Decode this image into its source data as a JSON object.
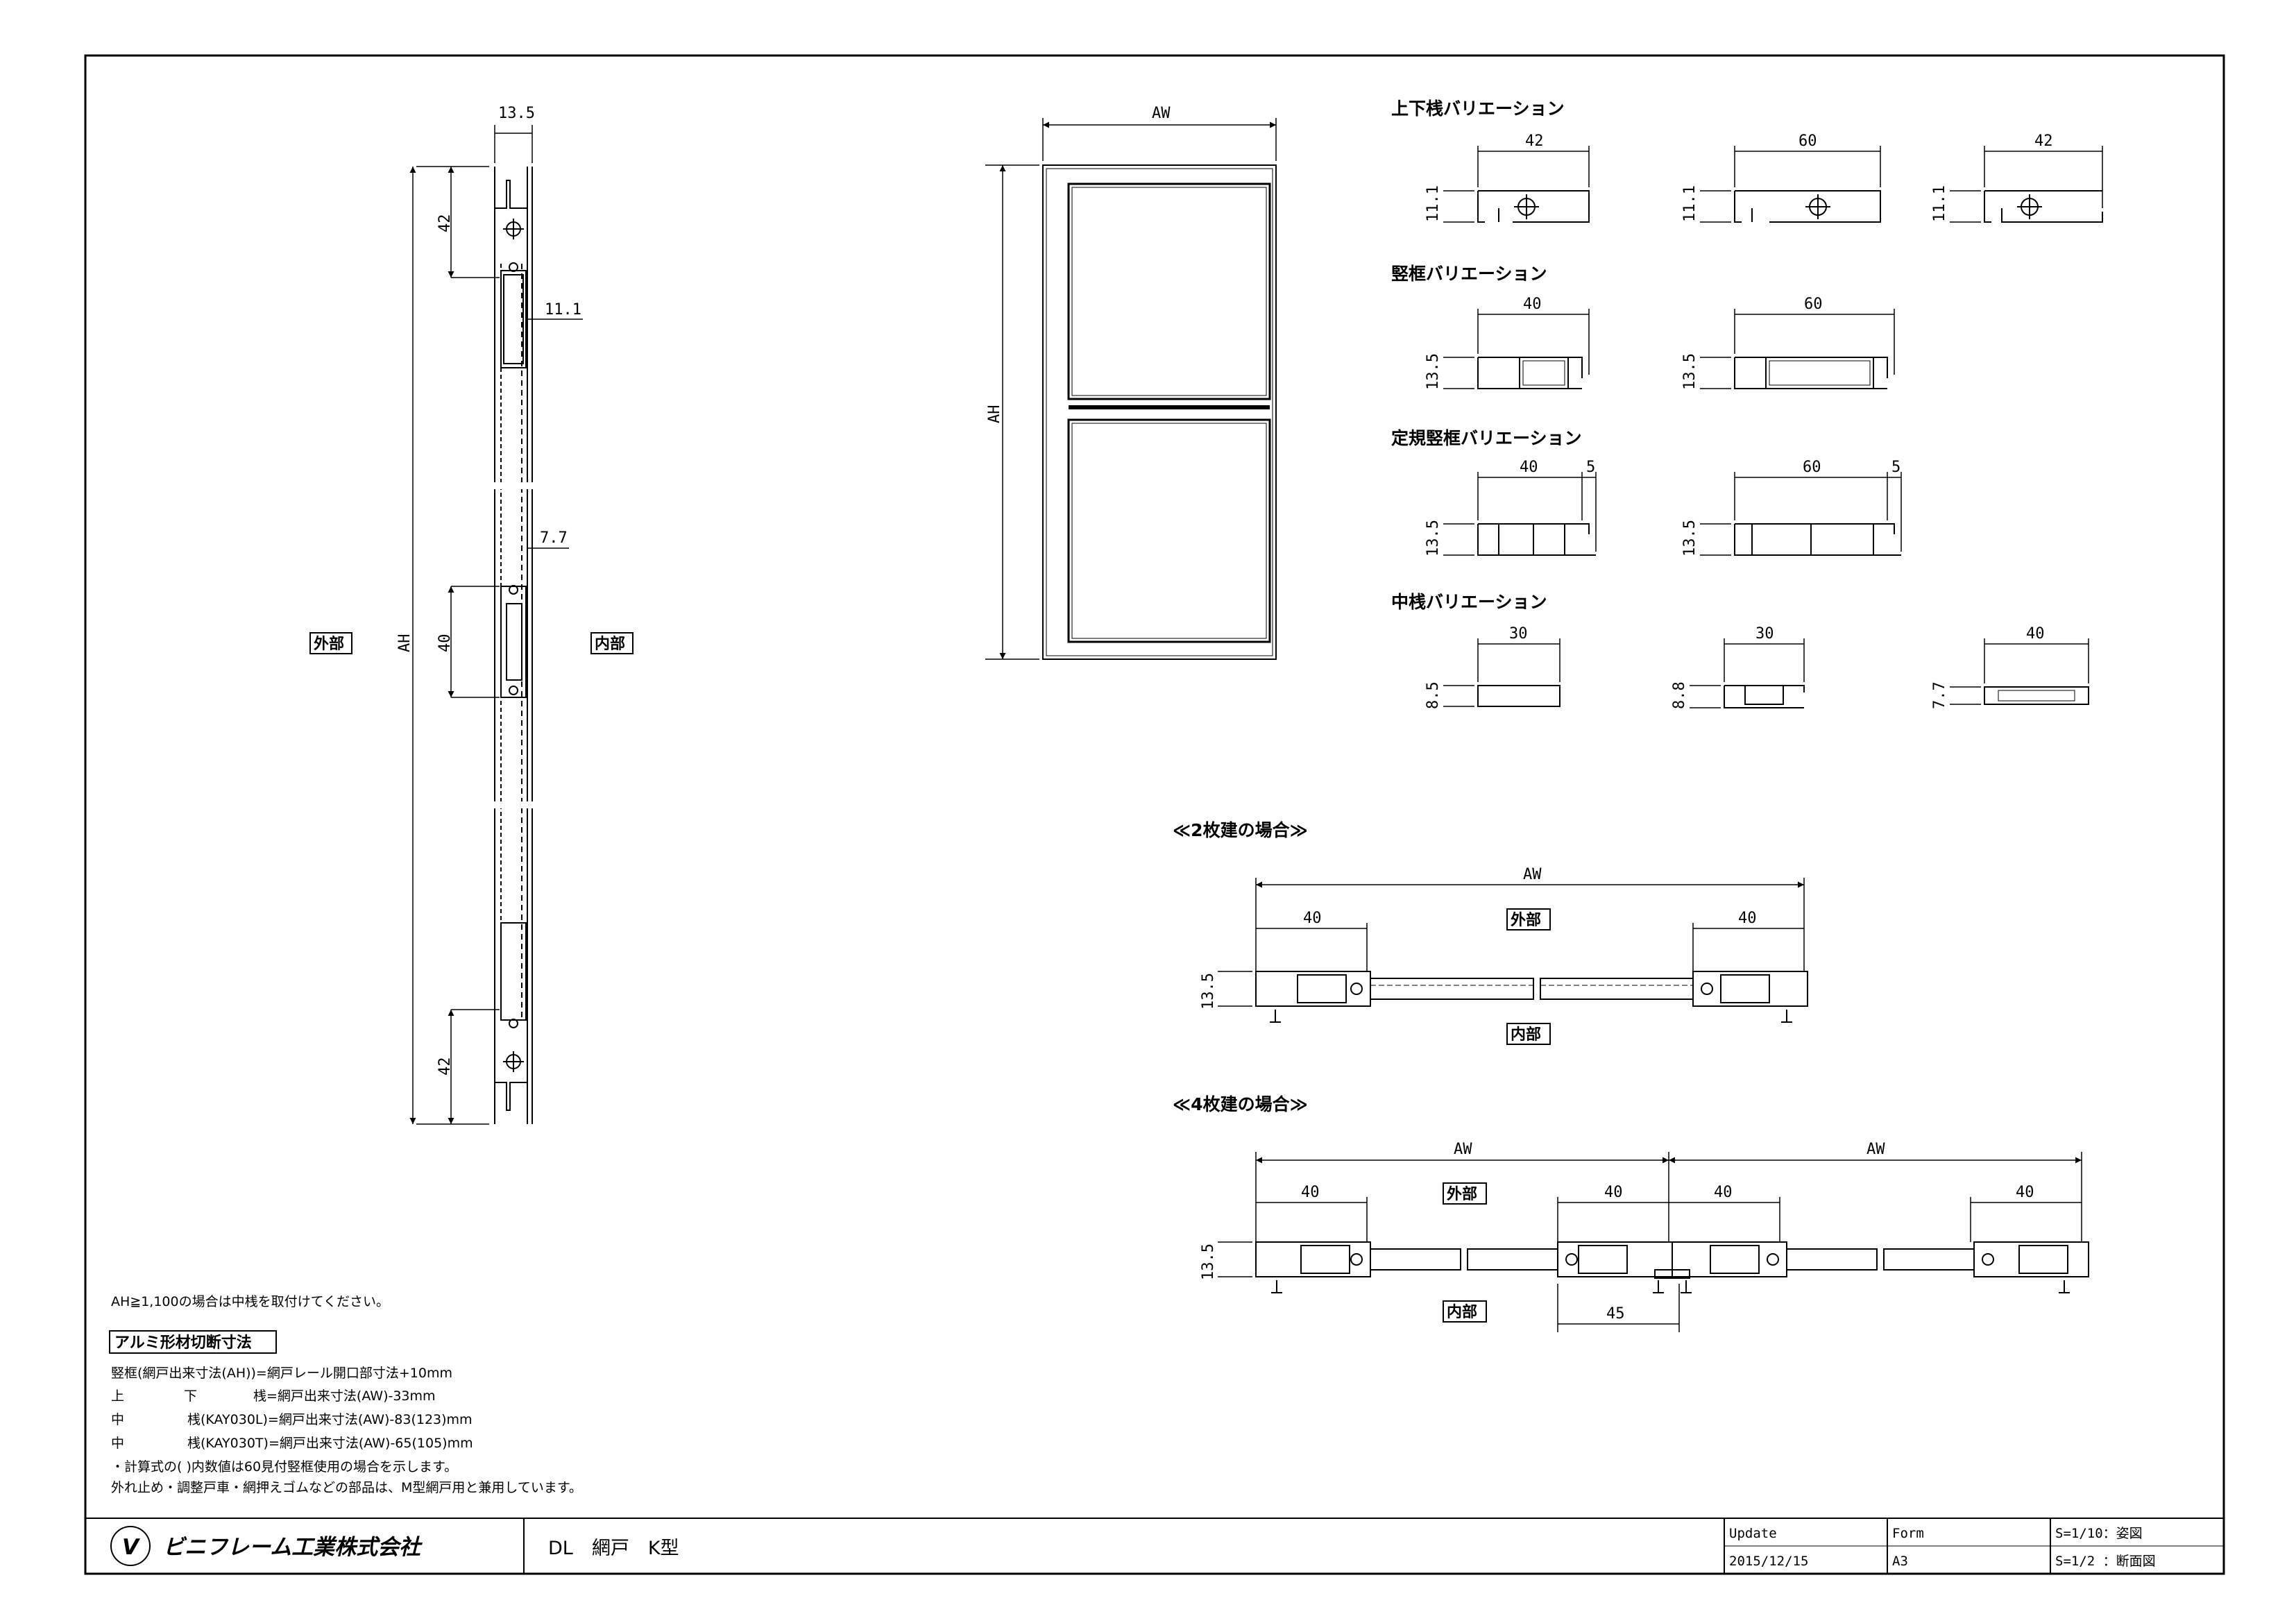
{
  "left_section": {
    "dim_top_width": "13.5",
    "dim_top_42": "42",
    "dim_11_1": "11.1",
    "dim_7_7": "7.7",
    "dim_mid_40": "40",
    "dim_bottom_42": "42",
    "dim_ah": "AH",
    "label_outside": "外部",
    "label_inside": "内部"
  },
  "elevation": {
    "aw": "AW",
    "ah": "AH"
  },
  "variations": {
    "rail": {
      "heading": "上下桟バリエーション",
      "w1": "42",
      "w2": "60",
      "w3": "42",
      "h": "11.1"
    },
    "stile": {
      "heading": "竪框バリエーション",
      "w1": "40",
      "w2": "60",
      "h": "13.5"
    },
    "fixed_stile": {
      "heading": "定規竪框バリエーション",
      "w1": "40",
      "w2": "60",
      "extra": "5",
      "h": "13.5"
    },
    "mid_rail": {
      "heading": "中桟バリエーション",
      "w1": "30",
      "h1": "8.5",
      "w2": "30",
      "h2": "8.8",
      "w3": "40",
      "h3": "7.7"
    }
  },
  "two_panel": {
    "heading": "≪2枚建の場合≫",
    "aw": "AW",
    "w_left": "40",
    "w_right": "40",
    "h": "13.5",
    "outside": "外部",
    "inside": "内部"
  },
  "four_panel": {
    "heading": "≪4枚建の場合≫",
    "aw1": "AW",
    "aw2": "AW",
    "w1": "40",
    "w2": "40",
    "w3": "40",
    "w4": "40",
    "overlap": "45",
    "h": "13.5",
    "outside": "外部",
    "inside": "内部"
  },
  "notes": {
    "line0": "AH≧1,100の場合は中桟を取付けてください。",
    "box_title": "アルミ形材切断寸法",
    "line1": "竪框(網戸出来寸法(AH))=網戸レール開口部寸法+10mm",
    "line2a": "上",
    "line2b": "下",
    "line2c": "桟=網戸出来寸法(AW)-33mm",
    "line3a": "中",
    "line3c": "桟(KAY030L)=網戸出来寸法(AW)-83(123)mm",
    "line4a": "中",
    "line4c": "桟(KAY030T)=網戸出来寸法(AW)-65(105)mm",
    "line5": "・計算式の( )内数値は60見付竪框使用の場合を示します。",
    "line6": "外れ止め・調整戸車・網押えゴムなどの部品は、M型網戸用と兼用しています。"
  },
  "title_block": {
    "company": "ビニフレーム工業株式会社",
    "logo_letter": "V",
    "drawing_title": "DL　網戸　K型",
    "update_label": "Update",
    "update_value": "2015/12/15",
    "form_label": "Form",
    "form_value": "A3",
    "scale1": "S=1/10：姿図",
    "scale2": "S=1/2 ：断面図"
  }
}
